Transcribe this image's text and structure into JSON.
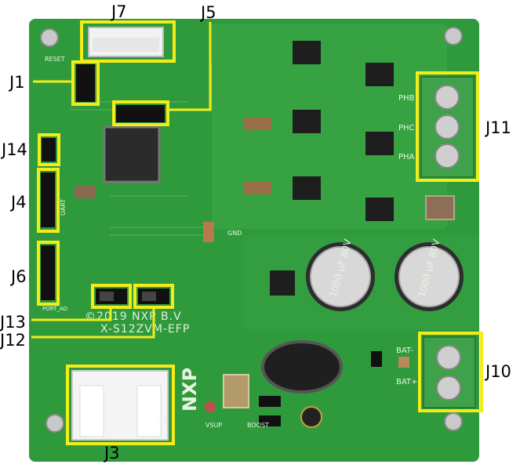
{
  "labels": {
    "j7": "J7",
    "j5": "J5",
    "j1": "J1",
    "j14": "J14",
    "j4": "J4",
    "j6": "J6",
    "j13": "J13",
    "j12": "J12",
    "j3": "J3",
    "j11": "J11",
    "j10": "J10"
  },
  "silkscreen": {
    "reset": "RESET",
    "phb": "PHB",
    "phc": "PHC",
    "pha": "PHA",
    "bat_minus": "BAT-",
    "bat_plus": "BAT+",
    "copyright": "©2019 NXP B.V",
    "board_name": "X-S12ZVM-EFP",
    "brand": "NXP",
    "lin": "LIN",
    "vsup": "VSUP",
    "boost": "BOOST",
    "gnd": "GND",
    "cap_text_1": "1000 μF 80V",
    "cap_text_2": "1000 μF 80V",
    "uart": "UART",
    "port_ad": "PORT_AD"
  },
  "colors": {
    "pcb": "#2f9a3c",
    "highlight": "#f2ec1a",
    "terminal": "#3fa24a"
  }
}
